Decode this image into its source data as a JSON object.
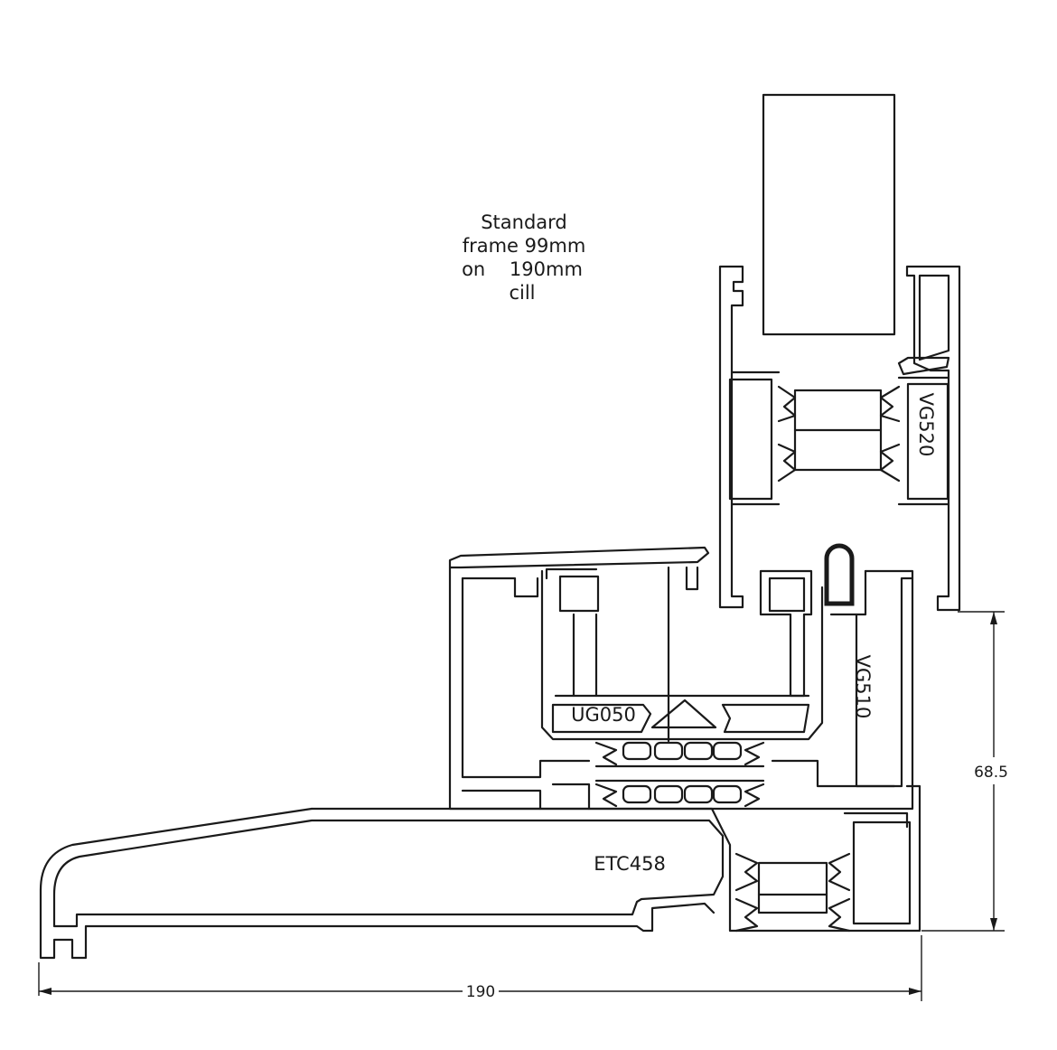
{
  "note": {
    "line1": "Standard",
    "line2": "frame 99mm",
    "line3": "on    190mm",
    "line4": "cill"
  },
  "labels": {
    "sash_profile": "VG520",
    "frame_profile": "VG510",
    "bead_profile": "UG050",
    "cill_profile": "ETC458"
  },
  "dimensions": {
    "height": "68.5",
    "width": "190"
  }
}
